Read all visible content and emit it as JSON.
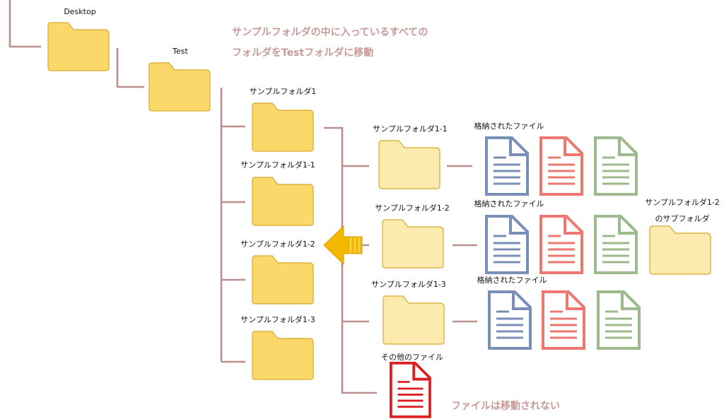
{
  "labels": {
    "desktop": "Desktop",
    "test": "Test",
    "sample1": "サンプルフォルダ1",
    "sample1_1": "サンプルフォルダ1-1",
    "sample1_2": "サンプルフォルダ1-2",
    "sample1_3": "サンプルフォルダ1-3",
    "src1_1": "サンプルフォルダ1-1",
    "src1_2": "サンプルフォルダ1-2",
    "src1_3": "サンプルフォルダ1-3",
    "stored_files_1": "格納されたファイル",
    "stored_files_2": "格納されたファイル",
    "stored_files_3": "格納されたファイル",
    "subfolder_line1": "サンプルフォルダ1-2",
    "subfolder_line2": "のサブフォルダ",
    "other_files": "その他のファイル"
  },
  "notes": {
    "instruction_line1": "サンプルフォルダの中に入っているすべての",
    "instruction_line2": "フォルダをTestフォルダに移動",
    "not_moved": "ファイルは移動されない"
  },
  "colors": {
    "folder_solid": "#fcd86a",
    "folder_light": "#fdeaae",
    "folder_stroke": "#d6a92b",
    "connector": "#b98f8f",
    "note_text": "#c79a97",
    "doc_blue": "#7a8fb8",
    "doc_red": "#ee7770",
    "doc_green": "#9dba8e",
    "doc_bright_red": "#e02020",
    "arrow": "#f5b800"
  }
}
